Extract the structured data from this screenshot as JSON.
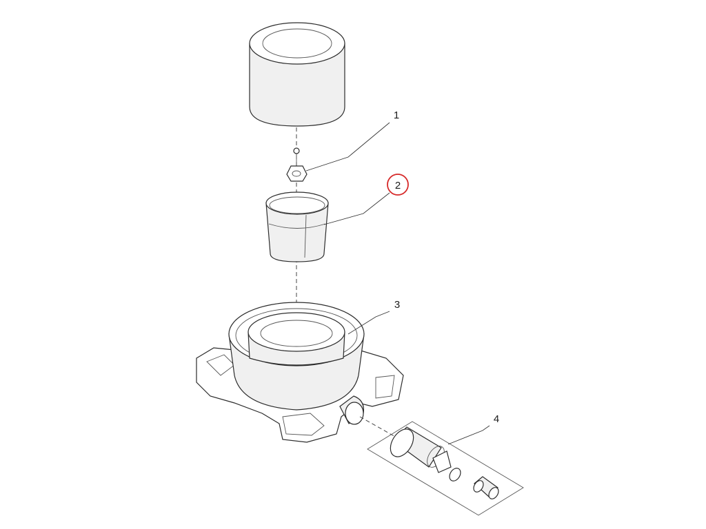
{
  "callouts": [
    {
      "id": "1",
      "label": "1",
      "highlighted": false
    },
    {
      "id": "2",
      "label": "2",
      "highlighted": true
    },
    {
      "id": "3",
      "label": "3",
      "highlighted": false
    },
    {
      "id": "4",
      "label": "4",
      "highlighted": false
    }
  ],
  "colors": {
    "highlight_ring": "#d62828",
    "line": "#2b2b2b",
    "background": "#ffffff"
  }
}
